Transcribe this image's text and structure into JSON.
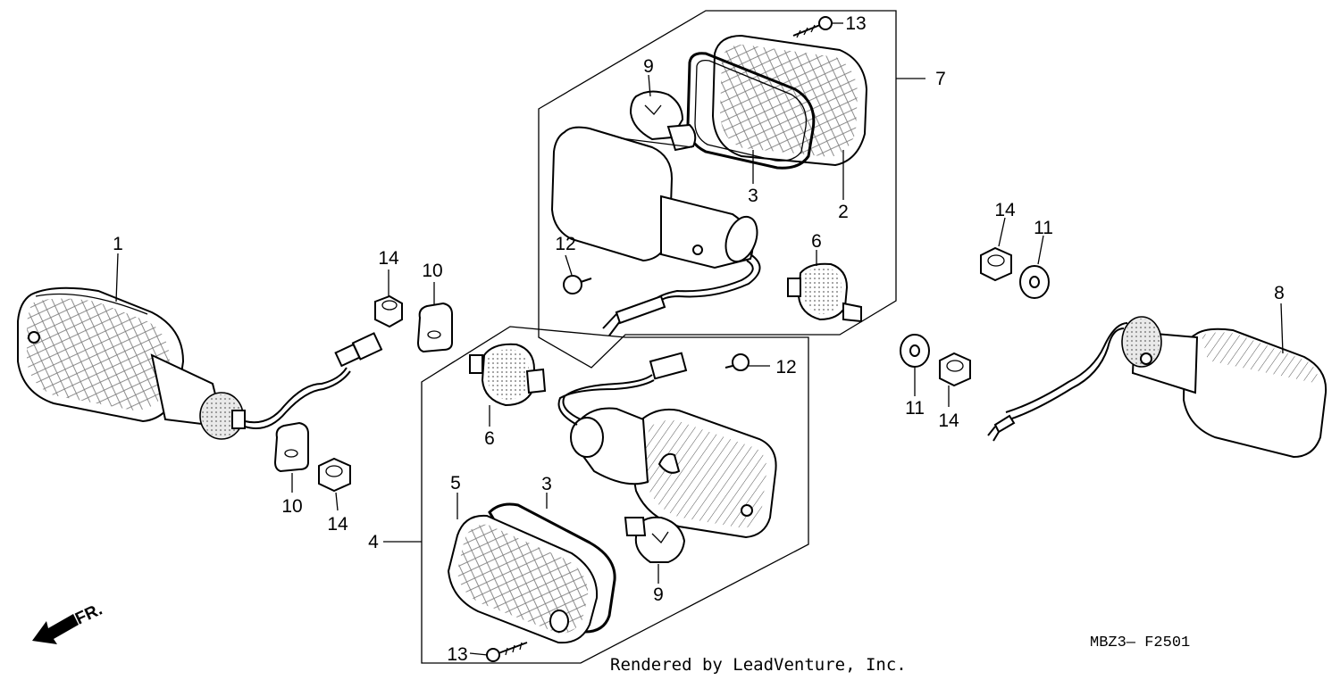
{
  "diagram": {
    "callouts": {
      "c1": "1",
      "c2": "2",
      "c3a": "3",
      "c3b": "3",
      "c4": "4",
      "c5": "5",
      "c6a": "6",
      "c6b": "6",
      "c7": "7",
      "c8": "8",
      "c9a": "9",
      "c9b": "9",
      "c10a": "10",
      "c10b": "10",
      "c11a": "11",
      "c11b": "11",
      "c12a": "12",
      "c12b": "12",
      "c13a": "13",
      "c13b": "13",
      "c14a": "14",
      "c14b": "14",
      "c14c": "14",
      "c14d": "14"
    },
    "direction_label": "FR.",
    "diagram_code": "MBZ3— F2501",
    "credit": "Rendered by LeadVenture, Inc."
  }
}
